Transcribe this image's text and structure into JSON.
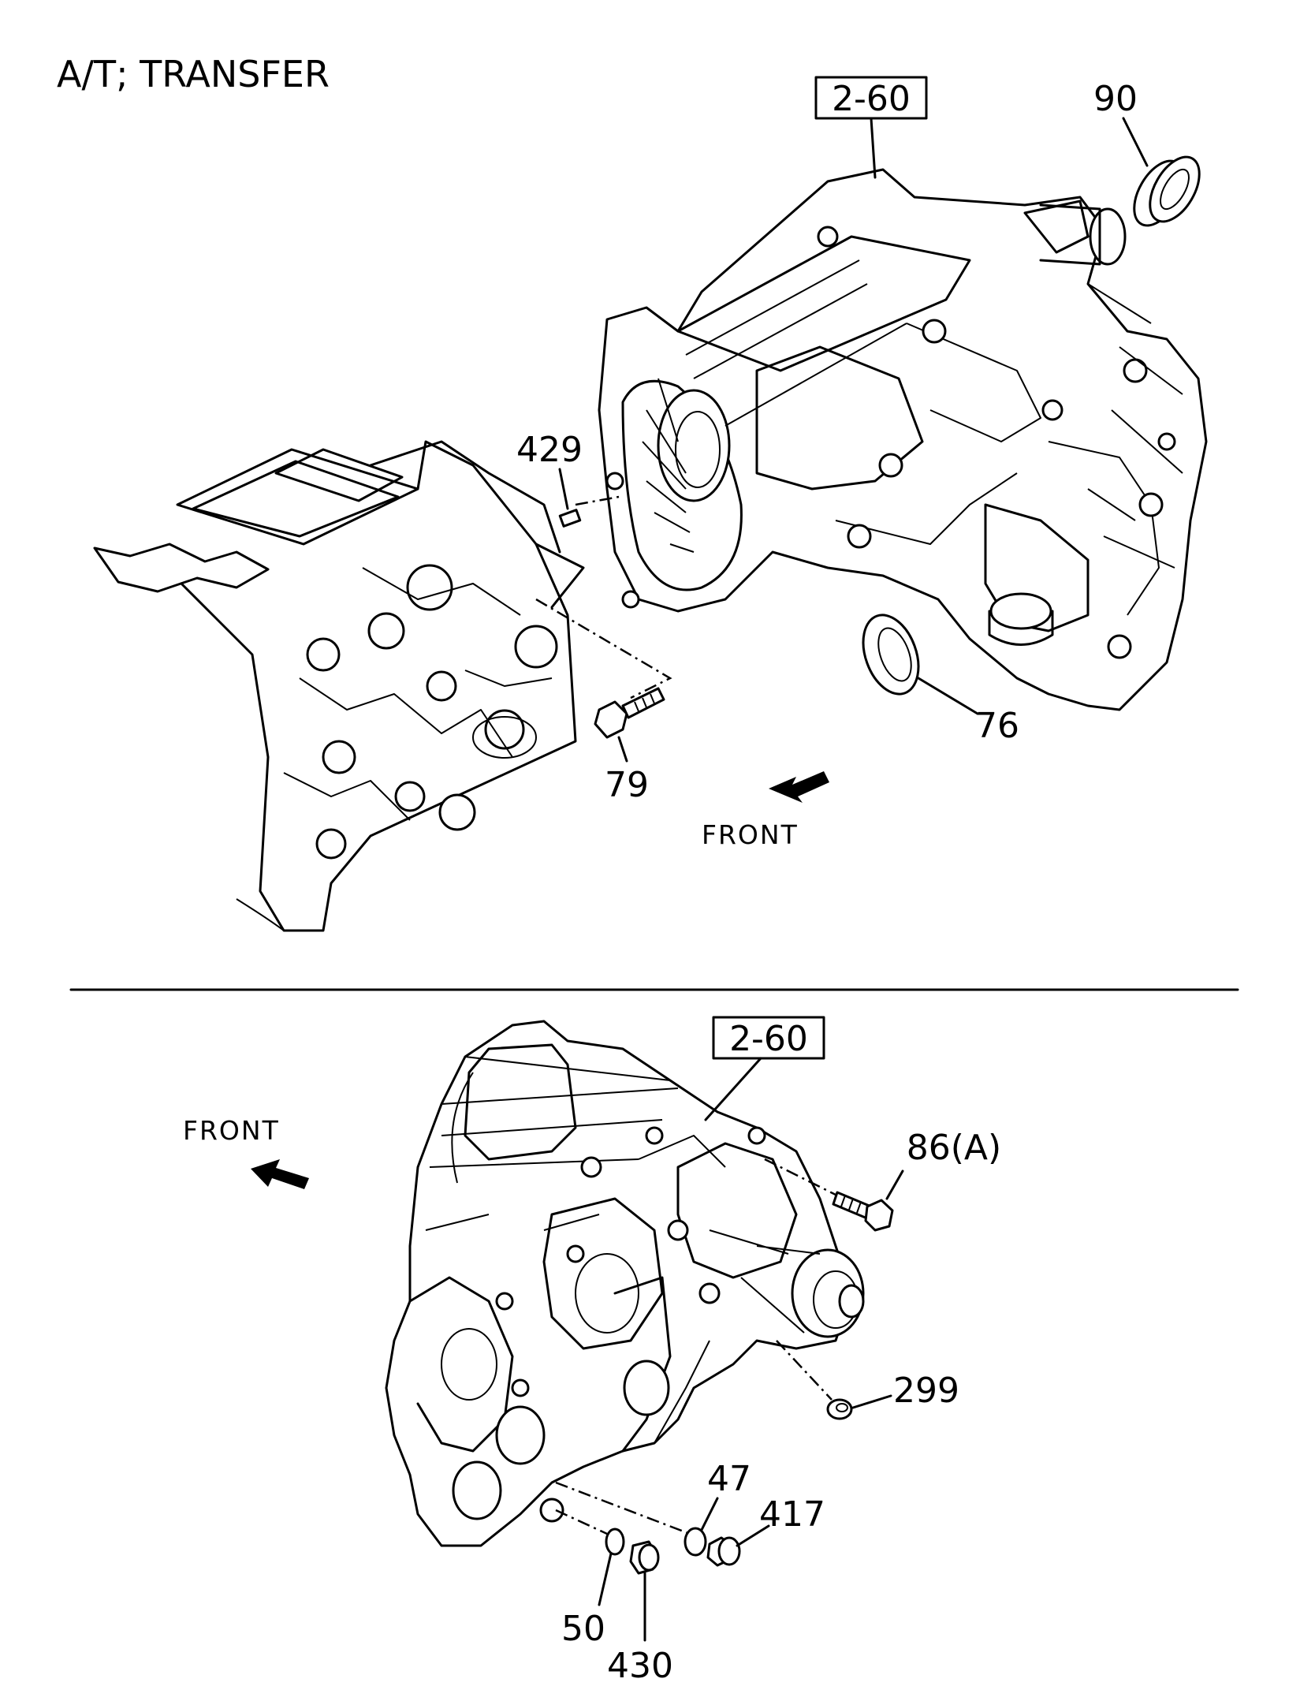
{
  "title": "A/T; TRANSFER",
  "ref_box_top": "2-60",
  "ref_box_bottom": "2-60",
  "front_top": "FRONT",
  "front_bottom": "FRONT",
  "parts": {
    "p90": "90",
    "p429": "429",
    "p76": "76",
    "p79": "79",
    "p86a": "86(A)",
    "p299": "299",
    "p47": "47",
    "p417": "417",
    "p50": "50",
    "p430": "430"
  }
}
